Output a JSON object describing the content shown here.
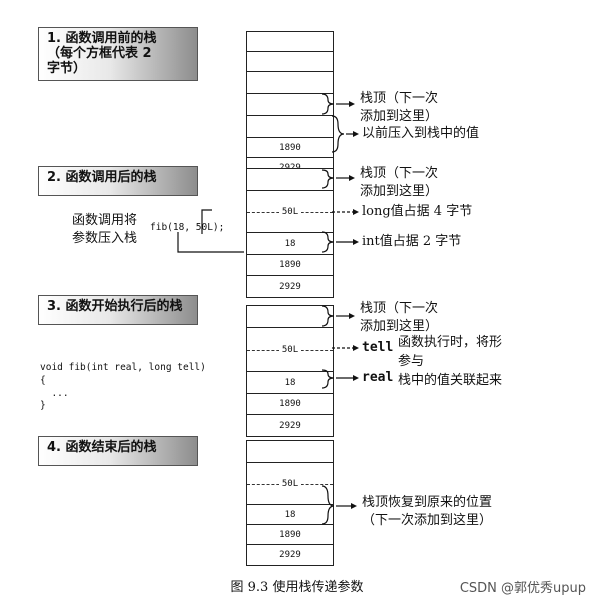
{
  "stages": [
    {
      "title": "1. 函数调用前的栈\n（每个方框代表 2\n字节）"
    },
    {
      "title": "2. 函数调用后的栈"
    },
    {
      "title": "3. 函数开始执行后的栈"
    },
    {
      "title": "4. 函数结束后的栈"
    }
  ],
  "stack_values": {
    "v1890": "1890",
    "v2929": "2929",
    "v18": "18",
    "v50L": "50L"
  },
  "notes": {
    "top_next": "栈顶（下一次\n添加到这里）",
    "prev_pushed": "以前压入到栈中的值",
    "push_params": "函数调用将\n参数压入栈",
    "long_takes": "long值占据 4 字节",
    "int_takes": "int值占据 2 字节",
    "tell": "tell",
    "real": "real",
    "exec_assoc": "函数执行时，将形\n参与\n栈中的值关联起来",
    "restored": "栈顶恢复到原来的位置\n（下一次添加到这里）"
  },
  "code": {
    "call": "fib(18, 50L);",
    "func": "void fib(int real, long tell)\n{\n  ...\n}"
  },
  "caption": "图 9.3    使用栈传递参数",
  "watermark": "CSDN @郭优秀upup"
}
